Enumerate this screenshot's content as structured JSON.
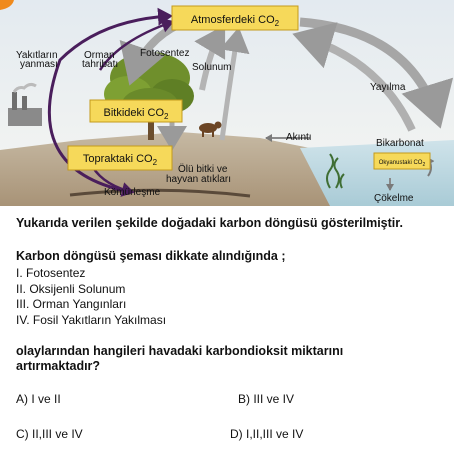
{
  "diagram": {
    "labels": {
      "atmosphere": "Atmosferdeki CO",
      "atmosphere_sub": "2",
      "plant": "Bitkideki CO",
      "plant_sub": "2",
      "soil": "Topraktaki CO",
      "soil_sub": "2",
      "fuel_1": "Yakıtların",
      "fuel_2": "yanması",
      "deforest_1": "Orman",
      "deforest_2": "tahribatı",
      "photosynthesis": "Fotosentez",
      "respiration": "Solunum",
      "current": "Akıntı",
      "diffusion": "Yayılma",
      "bicarbonate": "Bikarbonat",
      "ocean": "Okyanustaki CO",
      "ocean_sub": "2",
      "dead_1": "Ölü bitki ve",
      "dead_2": "hayvan atıkları",
      "coal": "Kömürleşme",
      "sediment": "Çökelme"
    }
  },
  "question": {
    "intro": "Yukarıda verilen şekilde doğadaki karbon döngüsü gösterilmiştir.",
    "lead": "Karbon döngüsü şeması dikkate alındığında ;",
    "items": [
      "I. Fotosentez",
      "II. Oksijenli Solunum",
      "III. Orman Yangınları",
      "IV. Fosil Yakıtların Yakılması"
    ],
    "ask": "olaylarından hangileri havadaki karbondioksit miktarını artırmaktadır?"
  },
  "options": {
    "a": "A)  I ve II",
    "b": "B) III ve IV",
    "c": "C) II,III ve IV",
    "d": "D) I,II,III ve IV"
  }
}
